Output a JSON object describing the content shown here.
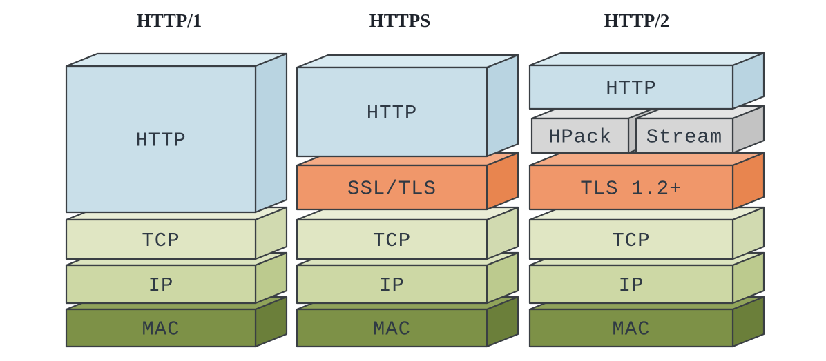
{
  "figure": {
    "background": "#ffffff",
    "description_labels_only": "protocol stack comparison diagram"
  },
  "palette": {
    "outline": "#3a3f44",
    "label_color": "#2f3944",
    "title_color": "#1e232b",
    "blue": {
      "front": "#c9dfe9",
      "top": "#d8eaf1",
      "side": "#b9d4e1"
    },
    "orange": {
      "front": "#f0976a",
      "top": "#f4ab85",
      "side": "#e8854f"
    },
    "tcp_green": {
      "front": "#e0e6c3",
      "top": "#eaeed6",
      "side": "#d1dab0"
    },
    "ip_green": {
      "front": "#cdd8a5",
      "top": "#dce4bf",
      "side": "#bcca8e"
    },
    "mac_green": {
      "front": "#7d9147",
      "top": "#90a35a",
      "side": "#6b7f3a"
    },
    "gray": {
      "front": "#d6d6d6",
      "top": "#e4e4e4",
      "side": "#c3c3c3"
    }
  },
  "stacks": [
    {
      "title": "HTTP/1",
      "layers": [
        {
          "label": "HTTP",
          "color": "blue"
        },
        {
          "label": "TCP",
          "color": "tcp_green"
        },
        {
          "label": "IP",
          "color": "ip_green"
        },
        {
          "label": "MAC",
          "color": "mac_green"
        }
      ]
    },
    {
      "title": "HTTPS",
      "layers": [
        {
          "label": "HTTP",
          "color": "blue"
        },
        {
          "label": "SSL/TLS",
          "color": "orange"
        },
        {
          "label": "TCP",
          "color": "tcp_green"
        },
        {
          "label": "IP",
          "color": "ip_green"
        },
        {
          "label": "MAC",
          "color": "mac_green"
        }
      ]
    },
    {
      "title": "HTTP/2",
      "layers": [
        {
          "label": "HTTP",
          "color": "blue"
        },
        {
          "label": "HPack",
          "color": "gray"
        },
        {
          "label": "Stream",
          "color": "gray"
        },
        {
          "label": "TLS 1.2+",
          "color": "orange"
        },
        {
          "label": "TCP",
          "color": "tcp_green"
        },
        {
          "label": "IP",
          "color": "ip_green"
        },
        {
          "label": "MAC",
          "color": "mac_green"
        }
      ]
    }
  ]
}
